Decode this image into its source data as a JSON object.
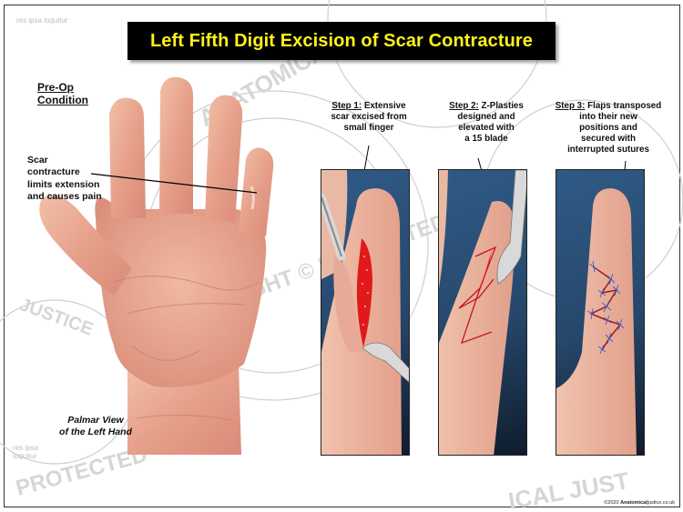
{
  "title": "Left Fifth Digit Excision of Scar Contracture",
  "preop": {
    "heading_line1": "Pre-Op",
    "heading_line2": "Condition"
  },
  "scar_label": {
    "line1": "Scar",
    "line2": "contracture",
    "line3": "limits extension",
    "line4": "and causes pain"
  },
  "view_label": {
    "line1": "Palmar View",
    "line2": "of the Left Hand"
  },
  "steps": [
    {
      "prefix": "Step 1:",
      "line1": " Extensive",
      "line2": "scar excised from",
      "line3": "small finger",
      "line4": "",
      "line5": ""
    },
    {
      "prefix": "Step 2:",
      "line1": " Z-Plasties",
      "line2": "designed and",
      "line3": "elevated with",
      "line4": "a 15 blade",
      "line5": ""
    },
    {
      "prefix": "Step 3:",
      "line1": " Flaps transposed",
      "line2": "into their new",
      "line3": "positions and",
      "line4": "secured with",
      "line5": "interrupted sutures"
    }
  ],
  "copyright": {
    "year": "©2020",
    "brand": "Anatomical",
    "suffix": "justice.co.uk"
  },
  "watermark": {
    "text1": "ANATOMICAL JUSTICE LLC",
    "text2": "COPYRIGHT © PROTECTED",
    "motto": "res ipsa loquitur"
  },
  "colors": {
    "title_bg": "#000000",
    "title_text": "#fff21a",
    "panel_bg": "#2f5a86",
    "skin": "#e8a58e",
    "incision": "#e01a1a",
    "suture": "#3a5fd0"
  }
}
